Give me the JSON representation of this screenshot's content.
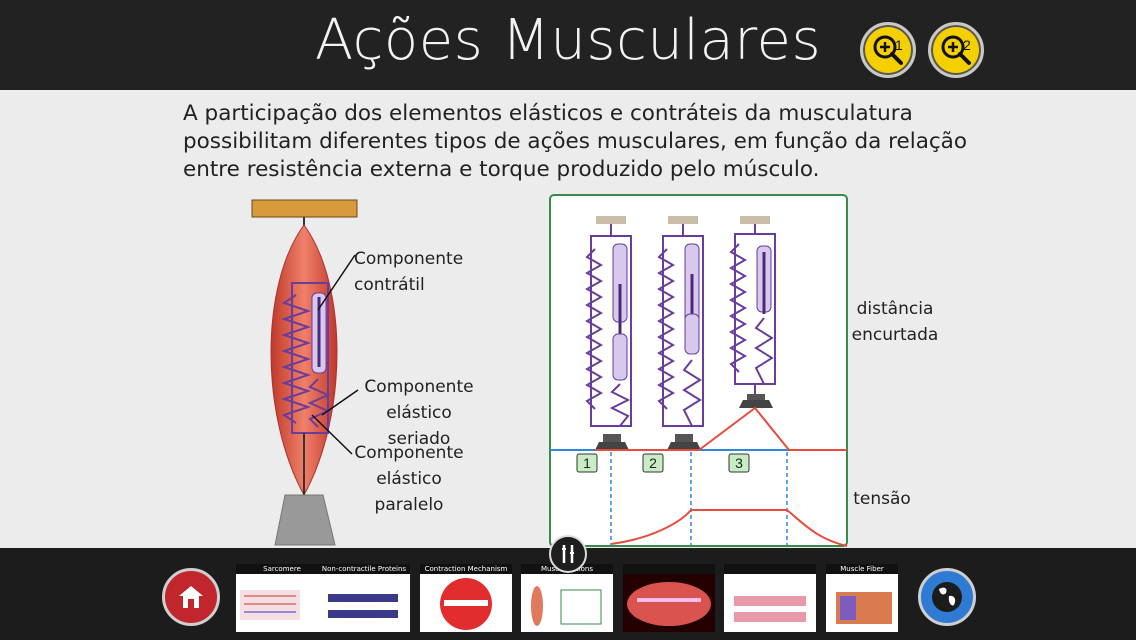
{
  "header": {
    "title": "Ações Musculares",
    "zoom1_label": "1",
    "zoom2_label": "2"
  },
  "intro": {
    "line1": "A participação dos elementos elásticos e contráteis da musculatura",
    "line2": "possibilitam diferentes tipos de ações musculares, em função da relação",
    "line3": "entre resistência externa e torque produzido pelo músculo."
  },
  "left_labels": {
    "contractile_1": "Componente",
    "contractile_2": "contrátil",
    "series_1": "Componente",
    "series_2": "elástico seriado",
    "parallel_1": "Componente",
    "parallel_2": "elástico",
    "parallel_3": "paralelo"
  },
  "right_panel": {
    "distance_1": "distância",
    "distance_2": "encurtada",
    "tension": "tensão",
    "phase_labels": [
      "1",
      "2",
      "3"
    ]
  },
  "footer": {
    "thumbnails": [
      "Sarcomere",
      "Non-contractile Proteins",
      "Contraction Mechanism",
      "Muscle Actions",
      "",
      "",
      "Muscle Fiber"
    ]
  },
  "colors": {
    "accent_yellow": "#f4d000",
    "home_red": "#c0262b",
    "globe_blue": "#2f7bd4",
    "diagram_purple": "#6a3d9a",
    "graph_red": "#e74c3c",
    "graph_blue": "#2e86de",
    "panel_green": "#3a8a4a"
  },
  "icons": [
    "zoom-in-icon",
    "home-icon",
    "globe-icon",
    "tools-icon"
  ]
}
